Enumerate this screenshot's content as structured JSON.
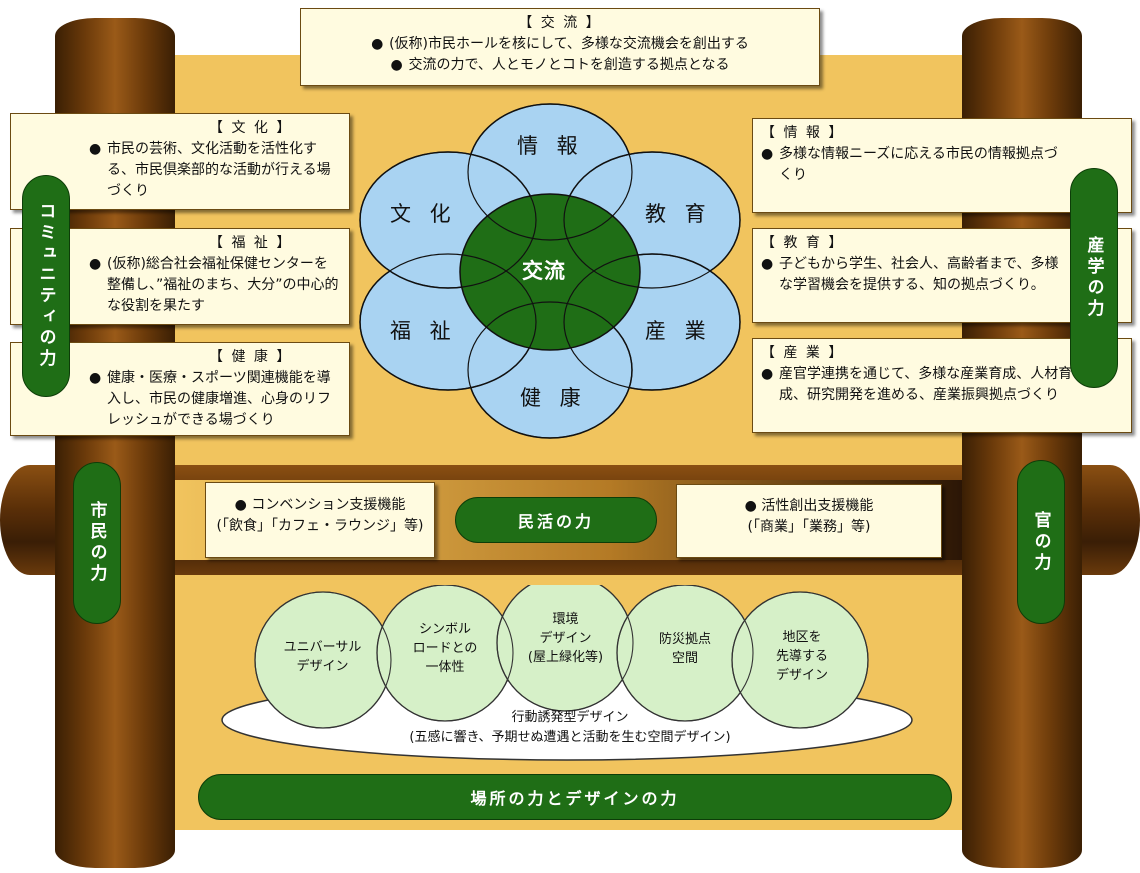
{
  "top_box": {
    "heading": "【 交 流 】",
    "items": [
      "(仮称)市民ホールを核にして、多様な交流機会を創出する",
      "交流の力で、人とモノとコトを創造する拠点となる"
    ]
  },
  "left_boxes": [
    {
      "heading": "【 文 化 】",
      "text": "市民の芸術、文化活動を活性化する、市民倶楽部的な活動が行える場づくり"
    },
    {
      "heading": "【 福 祉 】",
      "text": "(仮称)総合社会福祉保健センターを整備し、”福祉のまち、大分”の中心的な役割を果たす"
    },
    {
      "heading": "【 健 康 】",
      "text": "健康・医療・スポーツ関連機能を導入し、市民の健康増進、心身のリフレッシュができる場づくり"
    }
  ],
  "right_boxes": [
    {
      "heading": "【 情 報 】",
      "text": "多様な情報ニーズに応える市民の情報拠点づくり"
    },
    {
      "heading": "【 教 育 】",
      "text": "子どもから学生、社会人、高齢者まで、多様な学習機会を提供する、知の拠点づくり。"
    },
    {
      "heading": "【 産 業 】",
      "text": "産官学連携を通じて、多様な産業育成、人材育成、研究開発を進める、産業振興拠点づくり"
    }
  ],
  "venn": {
    "center": "交流",
    "petals": [
      "情 報",
      "教 育",
      "産 業",
      "健 康",
      "福 祉",
      "文 化"
    ]
  },
  "pillar_labels": {
    "community": "コミュニティの力",
    "sangaku": "産学の力",
    "shimin": "市民の力",
    "kan": "官の力"
  },
  "middle": {
    "left_box": [
      "● コンベンション支援機能",
      "(「飲食」「カフェ・ラウンジ」等)"
    ],
    "center_pill": "民活の力",
    "right_box": [
      "● 活性創出支援機能",
      "(「商業」「業務」等)"
    ]
  },
  "design_circles": [
    "ユニバーサル\nデザイン",
    "シンボル\nロードとの\n一体性",
    "環境\nデザイン\n(屋上緑化等)",
    "防災拠点\n空間",
    "地区を\n先導する\nデザイン"
  ],
  "design_base": [
    "行動誘発型デザイン",
    "(五感に響き、予期せぬ遭遇と活動を生む空間デザイン)"
  ],
  "bottom_pill": "場所の力とデザインの力",
  "colors": {
    "panel": "#f1c45e",
    "green": "#1f6e16",
    "circle_blue": "#a9d3f2",
    "circle_green": "#d6f0c8",
    "box": "#fffbe0"
  }
}
